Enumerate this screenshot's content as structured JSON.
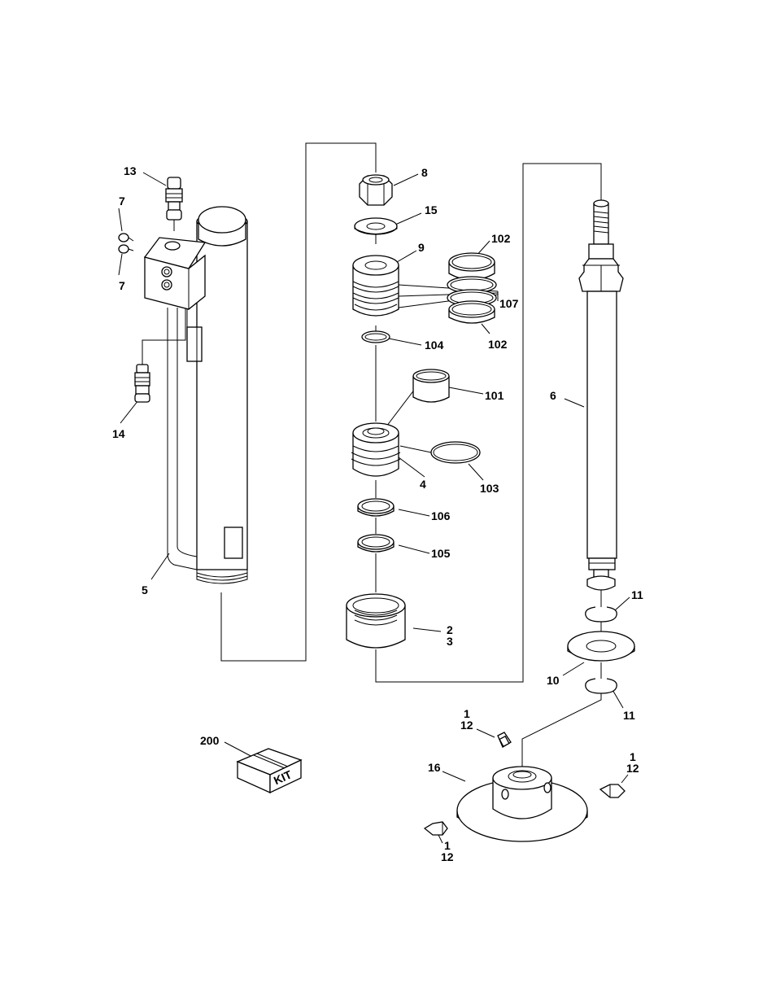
{
  "labels": {
    "l13": "13",
    "l7a": "7",
    "l7b": "7",
    "l14": "14",
    "l5": "5",
    "l8": "8",
    "l15": "15",
    "l9": "9",
    "l102a": "102",
    "l107": "107",
    "l102b": "102",
    "l104": "104",
    "l101": "101",
    "l103": "103",
    "l4": "4",
    "l106": "106",
    "l105": "105",
    "l2": "2",
    "l3": "3",
    "l6": "6",
    "l11a": "11",
    "l10": "10",
    "l11b": "11",
    "l1a": "1",
    "l12a": "12",
    "l1b": "1",
    "l12b": "12",
    "l1c": "1",
    "l12c": "12",
    "l16": "16",
    "l200": "200"
  },
  "kit_text": "KIT"
}
